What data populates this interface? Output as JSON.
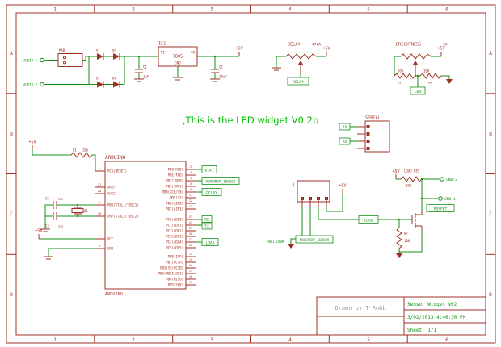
{
  "frame": {
    "columns": [
      "1",
      "2",
      "3",
      "4",
      "5",
      "6"
    ],
    "rows": [
      "A",
      "B",
      "C",
      "D"
    ]
  },
  "note": ",This is the LED widget V0.2b",
  "title_block": {
    "drawn_by": "Drawn by T Robb",
    "doc": "Sensor_Widget_V02",
    "date": "3/02/2013 4:46:30 PM",
    "sheet": "Sheet: 1/1"
  },
  "psu": {
    "audio1": "AUDIO-1",
    "audio2": "AUDIO-2",
    "jack_ref": "MAB",
    "d_refs": [
      "D1",
      "D2",
      "D3",
      "D4"
    ],
    "ic_ref": "IC1",
    "ic_val": "7805",
    "pin_vi": "VI",
    "pin_vo": "VO",
    "pin_gnd": "GND",
    "c1_ref": "C1",
    "c1_val": "1uF",
    "c2_ref": "C2",
    "c2_val": "10uF",
    "p5v": "+5V"
  },
  "delay_pot": {
    "name": "DELAY",
    "value": "47kA",
    "p5v": "+5V",
    "net": "DELAY"
  },
  "brightness": {
    "name": "BRIGHTNESS",
    "value": "2A",
    "p5v": "+5V",
    "r3_val": "10K",
    "r3_ref": "R3",
    "r4_val": "10K",
    "r4_ref": "R4",
    "net": "LDR"
  },
  "arduino": {
    "ref": "ARDUINO",
    "value": "ARDUINO",
    "p5v": "+5V",
    "r1_ref": "R1",
    "r1_val": "10k",
    "q1_ref": "Q1",
    "c3_ref": "C3",
    "c3_val": "22p",
    "c4_ref": "C4",
    "c4_val": "22p",
    "left_pins": [
      "PC6(RESET)",
      "AREF",
      "AVCC",
      "PB6(XTAL1/TOSC1)",
      "PB7(XTAL2/TOSC2)",
      "VCC",
      "GND"
    ],
    "left_nums": [
      "1",
      "21",
      "20",
      "9",
      "10",
      "7",
      "8"
    ],
    "pd_pins": [
      "PD0(RXD)",
      "PD1(TXD)",
      "PD2(INT0)",
      "PD3(INT1)",
      "PD4(XCK/T0)",
      "PD5(T1)",
      "PD6(AIN0)",
      "PD7(AIN1)"
    ],
    "pd_nums": [
      "2",
      "3",
      "4",
      "5",
      "6",
      "11",
      "12",
      "13"
    ],
    "pc_pins": [
      "PC0(ADC0)",
      "PC1(ADC1)",
      "PC2(ADC2)",
      "PC3(ADC3)",
      "PC4(ADC4)",
      "PC5(ADC5)"
    ],
    "pc_nums": [
      "23",
      "24",
      "25",
      "26",
      "27",
      "28"
    ],
    "pb_pins": [
      "PB0(ICP)",
      "PB1(OC1A)",
      "PB2(SS/OC1B)",
      "PB3(MOSI/OC2)",
      "PB4(MISO)",
      "PB5(SCK)"
    ],
    "pb_nums": [
      "14",
      "15",
      "16",
      "17",
      "18",
      "19"
    ],
    "net_dir1": "DIR1",
    "net_motion": "MOVEMENT_SENSOR",
    "net_delay": "DELAY",
    "net_rx": "RX",
    "net_tx": "TX",
    "net_load": "LOAD"
  },
  "serial": {
    "name": "SERIAL",
    "tx": "TX",
    "rx": "RX"
  },
  "output": {
    "conn_pin1": "1",
    "p5v": "+5V",
    "pull_down": "PULL_DOWN",
    "net_motion": "MOVEMENT_SENSOR",
    "net_load": "LOAD",
    "mosfet": "MOSFET",
    "load_res": "LOAD_RES",
    "load_res_val": "10R",
    "gnd2": "GND-2",
    "gnd1": "GND-1",
    "r7_ref": "R7",
    "r7_val": "10K"
  }
}
